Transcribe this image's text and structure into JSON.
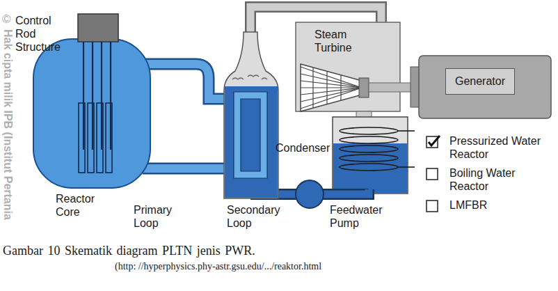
{
  "diagram": {
    "caption": "Gambar 10 Skematik diagram PLTN jenis PWR.",
    "nodes": [
      {
        "text": [
          "Generator"
        ]
      }
    ],
    "labels": [
      "Control Rod Structure",
      "Steam Turbine",
      "Condenser",
      "Reactor Core",
      "Primary Loop",
      "Secondary Loop",
      "Feedwater Pump",
      "©",
      "Hak cipta milik IPB (Institut Pertania",
      "(http: //hyperphysics.phy-astr.gsu.edu/.../reaktor.html"
    ],
    "legend": [
      {
        "text": "Pressurized Water Reactor"
      },
      {
        "text": "Boiling Water Reactor"
      },
      {
        "text": "LMFBR"
      }
    ]
  }
}
